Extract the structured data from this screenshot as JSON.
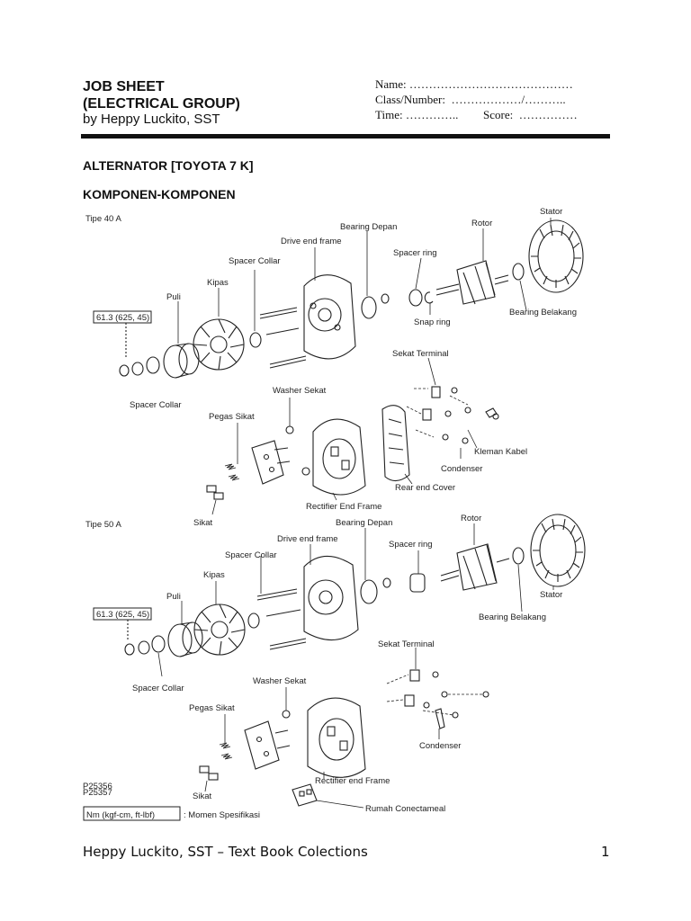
{
  "header": {
    "title_line1": "JOB SHEET",
    "title_line2": "(ELECTRICAL GROUP)",
    "author": "by Heppy Luckito, SST",
    "name_field": "Name: ……………………………………",
    "class_field": "Class/Number:  ………………/………..",
    "time_label": "Time: …………..",
    "score_label": "Score:  ……………"
  },
  "section": {
    "heading": "ALTERNATOR [TOYOTA 7 K]",
    "subheading": "KOMPONEN-KOMPONEN"
  },
  "diagram1": {
    "type_label": "Tipe 40 A",
    "torque_box": "61.3 (625, 45)",
    "labels": {
      "stator": "Stator",
      "bearing_depan": "Bearing Depan",
      "rotor": "Rotor",
      "drive_end_frame": "Drive end frame",
      "spacer_ring": "Spacer ring",
      "spacer_collar_top": "Spacer Collar",
      "kipas": "Kipas",
      "puli": "Puli",
      "snap_ring": "Snap ring",
      "bearing_belakang": "Bearing Belakang",
      "sekat_terminal": "Sekat Terminal",
      "spacer_collar_bottom": "Spacer Collar",
      "washer_sekat": "Washer Sekat",
      "pegas_sikat": "Pegas Sikat",
      "kleman_kabel": "Kleman Kabel",
      "condenser": "Condenser",
      "rear_end_cover": "Rear end Cover",
      "rectifier_end_frame": "Rectifier End Frame",
      "sikat": "Sikat"
    }
  },
  "diagram2": {
    "type_label": "Tipe 50 A",
    "torque_box": "61.3 (625, 45)",
    "labels": {
      "bearing_depan": "Bearing Depan",
      "rotor": "Rotor",
      "drive_end_frame": "Drive end frame",
      "spacer_ring": "Spacer ring",
      "spacer_collar_top": "Spacer Collar",
      "kipas": "Kipas",
      "stator": "Stator",
      "puli": "Puli",
      "bearing_belakang": "Bearing Belakang",
      "sekat_terminal": "Sekat Terminal",
      "spacer_collar_bottom": "Spacer Collar",
      "washer_sekat": "Washer Sekat",
      "pegas_sikat": "Pegas Sikat",
      "condenser": "Condenser",
      "rectifier_end_frame": "Rectifier end Frame",
      "sikat": "Sikat",
      "rumah_conectameal": "Rumah Conectameal",
      "code1": "P25356",
      "code2": "P25357"
    }
  },
  "legend": {
    "unit": "Nm (kgf-cm, ft-lbf)",
    "meaning": ": Momen Spesifikasi"
  },
  "footer": {
    "text": "Heppy  Luckito, SST – Text Book Colections",
    "page": "1"
  }
}
